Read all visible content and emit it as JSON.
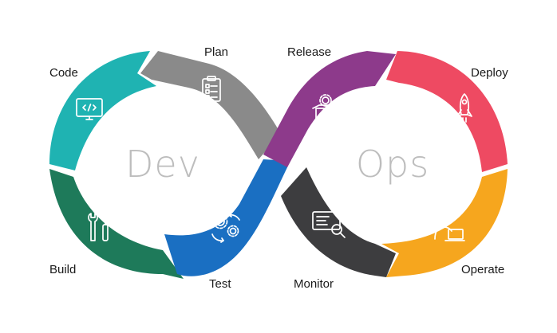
{
  "center": {
    "left_word": "Dev",
    "right_word": "Ops"
  },
  "stages": {
    "code": {
      "label": "Code",
      "color": "#1fb3b2",
      "icon": "monitor-code-icon"
    },
    "plan": {
      "label": "Plan",
      "color": "#8a8a8a",
      "icon": "clipboard-checklist-icon"
    },
    "release": {
      "label": "Release",
      "color": "#8d3a8b",
      "icon": "gear-box-icon"
    },
    "deploy": {
      "label": "Deploy",
      "color": "#ee4a62",
      "icon": "rocket-icon"
    },
    "operate": {
      "label": "Operate",
      "color": "#f6a61e",
      "icon": "person-laptop-icon"
    },
    "monitor": {
      "label": "Monitor",
      "color": "#3d3d3f",
      "icon": "screen-magnifier-icon"
    },
    "test": {
      "label": "Test",
      "color": "#1a6fc2",
      "icon": "gears-cycle-icon"
    },
    "build": {
      "label": "Build",
      "color": "#1e7a5a",
      "icon": "tools-icon"
    }
  }
}
